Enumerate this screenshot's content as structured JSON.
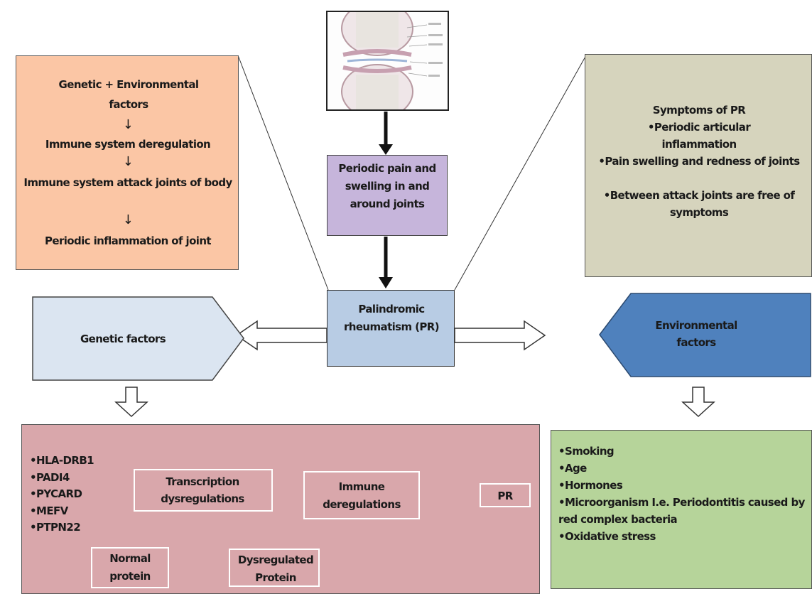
{
  "left_box": {
    "step1": "Genetic + Environmental factors",
    "step2": "Immune system deregulation",
    "step3": "Immune system attack joints of body",
    "step4": "Periodic inflammation of joint"
  },
  "center_top": "Periodic pain and swelling in and around joints",
  "center": "Palindromic rheumatism (PR)",
  "right_box": {
    "title": "Symptoms of PR",
    "items": [
      "•Periodic articular inflammation",
      "•Pain swelling and redness of joints",
      "•Between attack joints are free of symptoms"
    ]
  },
  "genetic_label": "Genetic factors",
  "environmental_label": "Environmental factors",
  "genes": [
    "•HLA-DRB1",
    "•PADI4",
    "•PYCARD",
    "•MEFV",
    "•PTPN22"
  ],
  "flow": {
    "transcription": "Transcription dysregulations",
    "immune": "Immune deregulations",
    "pr": "PR",
    "normal": "Normal protein",
    "dysregulated": "Dysregulated Protein"
  },
  "env_factors": [
    "•Smoking",
    "•Age",
    "•Hormones",
    "•Microorganism I.e. Periodontitis caused by red complex bacteria",
    "•Oxidative stress"
  ],
  "colors": {
    "peach": "#fbc6a5",
    "lavender": "#c6b5db",
    "light_blue": "#b8cce4",
    "blue": "#4f81bd",
    "khaki": "#d6d4bd",
    "pink": "#d9a7ab",
    "green": "#b6d49a"
  }
}
